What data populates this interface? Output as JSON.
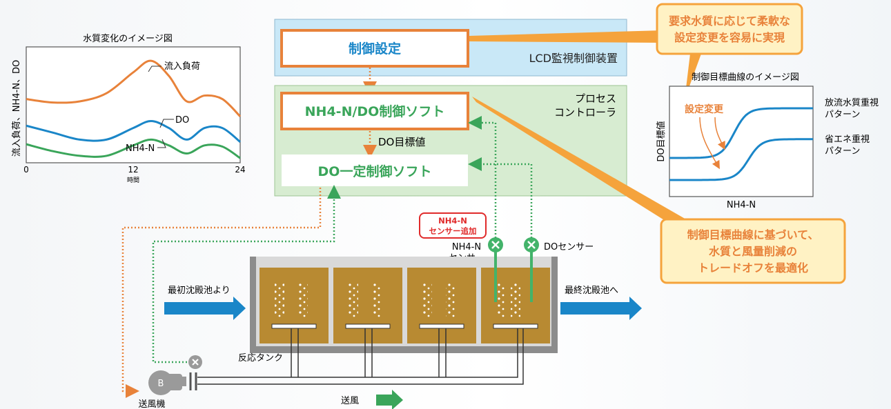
{
  "colors": {
    "orange": "#e8823a",
    "orange_fill": "#f5a33c",
    "blue": "#1a86c8",
    "green": "#3aa55a",
    "green_line": "#43b36a",
    "lcd_bg": "#c9e8f7",
    "ctrl_bg": "#d7ecd1",
    "tank": "#b88a32",
    "callout_bg": "#fff2c4",
    "red": "#e02a2a"
  },
  "lcd_panel": {
    "label": "LCD監視制御装置",
    "settings_box": "制御設定"
  },
  "process_panel": {
    "label_line1": "プロセス",
    "label_line2": "コントローラ",
    "nh4_soft": "NH4-N/DO制御ソフト",
    "do_target": "DO目標値",
    "do_soft": "DO一定制御ソフト"
  },
  "callouts": {
    "top_line1": "要求水質に応じて柔軟な",
    "top_line2": "設定変更を容易に実現",
    "bottom_line1": "制御目標曲線に基づいて、",
    "bottom_line2": "水質と風量削減の",
    "bottom_line3": "トレードオフを最適化"
  },
  "plant": {
    "sensor_badge_line1": "NH4-N",
    "sensor_badge_line2": "センサー追加",
    "nh4_sensor_line1": "NH4-N",
    "nh4_sensor_line2": "センサー",
    "do_sensor": "DOセンサー",
    "inflow": "最初沈殿池より",
    "outflow": "最終沈殿池へ",
    "tank": "反応タンク",
    "blower_letter": "B",
    "blower": "送風機",
    "air": "送風"
  },
  "chart_data": [
    {
      "type": "line",
      "title": "水質変化のイメージ図",
      "xlabel": "時間",
      "ylabel": "流入負荷、NH4-N、DO",
      "xticks": [
        "0",
        "12",
        "24"
      ],
      "series": [
        {
          "name": "流入負荷",
          "color": "#e8823a",
          "x": [
            0,
            3,
            6,
            9,
            12,
            14,
            16,
            18,
            20,
            22,
            24
          ],
          "values": [
            0.55,
            0.52,
            0.53,
            0.6,
            0.78,
            0.88,
            0.75,
            0.53,
            0.58,
            0.55,
            0.4
          ]
        },
        {
          "name": "DO",
          "color": "#1a86c8",
          "x": [
            0,
            3,
            6,
            9,
            12,
            14,
            16,
            18,
            20,
            22,
            24
          ],
          "values": [
            0.32,
            0.26,
            0.2,
            0.2,
            0.3,
            0.36,
            0.3,
            0.2,
            0.3,
            0.3,
            0.18
          ]
        },
        {
          "name": "NH4-N",
          "color": "#3aa55a",
          "x": [
            0,
            3,
            6,
            9,
            12,
            14,
            16,
            18,
            20,
            22,
            24
          ],
          "values": [
            0.16,
            0.1,
            0.06,
            0.06,
            0.15,
            0.2,
            0.15,
            0.08,
            0.15,
            0.14,
            0.04
          ]
        }
      ]
    },
    {
      "type": "line",
      "title": "制御目標曲線のイメージ図",
      "xlabel": "NH4-N",
      "ylabel": "DO目標値",
      "annotation": "設定変更",
      "series": [
        {
          "name": "放流水質重視パターン",
          "label_line1": "放流水質重視",
          "label_line2": "パターン",
          "color": "#1a86c8",
          "low": 0.35,
          "high": 0.8,
          "mid": 0.45
        },
        {
          "name": "省エネ重視パターン",
          "label_line1": "省エネ重視",
          "label_line2": "パターン",
          "color": "#1a86c8",
          "low": 0.15,
          "high": 0.52,
          "mid": 0.55
        }
      ]
    }
  ]
}
